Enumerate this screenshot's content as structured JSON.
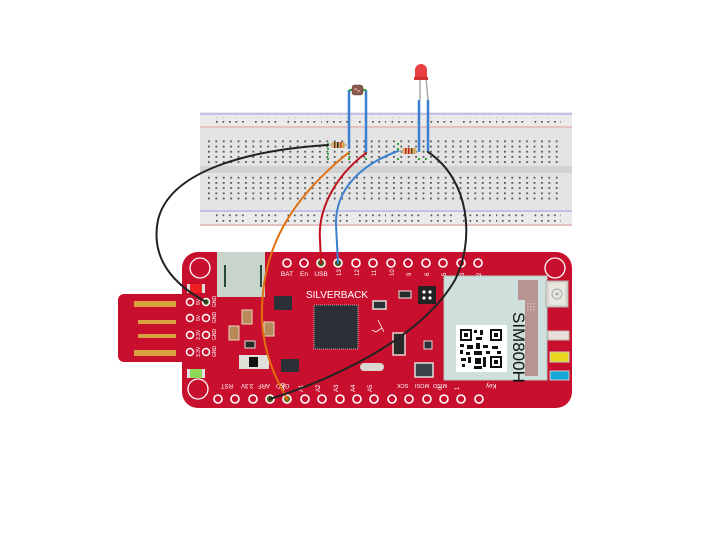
{
  "board": {
    "name": "SILVERBACK",
    "module_label": "SIM800H",
    "color": "#c8102e",
    "top_pins": [
      "BAT",
      "En",
      "USB",
      "13",
      "12",
      "11",
      "10",
      "9",
      "6",
      "5",
      "3",
      "2"
    ],
    "bottom_pins": [
      "RST",
      "3.3V",
      "ARF",
      "GND",
      "A0",
      "A1",
      "A2",
      "A3",
      "A4",
      "A5",
      "SCK",
      "MOSI",
      "MISO",
      "0",
      "1",
      "Key"
    ],
    "power_pins": [
      {
        "left": "5V",
        "right": "GND"
      },
      {
        "left": "5V",
        "right": "GND"
      },
      {
        "left": "3.3V",
        "right": "GND"
      },
      {
        "left": "3.3V",
        "right": "GND"
      }
    ]
  },
  "components": {
    "photoresistor": "photoresistor",
    "led": "red LED",
    "resistor_1": "resistor",
    "resistor_2": "resistor"
  },
  "wires": [
    {
      "color": "#222222",
      "from": "breadboard photoresistor resistor",
      "to": "power GND"
    },
    {
      "color": "#e07010",
      "from": "breadboard photoresistor node",
      "to": "A0"
    },
    {
      "color": "#c0101a",
      "from": "breadboard photoresistor lead",
      "to": "USB"
    },
    {
      "color": "#3a7fd0",
      "from": "breadboard LED resistor",
      "to": "13"
    },
    {
      "color": "#222222",
      "from": "breadboard LED cathode",
      "to": "GND"
    }
  ],
  "colors": {
    "board_red": "#c8102e",
    "breadboard": "#e6e6e6",
    "rail_blue": "#8888dd",
    "rail_red": "#dd8888",
    "module": "#cfe0dc",
    "blue_wire": "#3a7fd0",
    "red_wire": "#c0101a",
    "orange_wire": "#e07010",
    "black_wire": "#222222"
  }
}
